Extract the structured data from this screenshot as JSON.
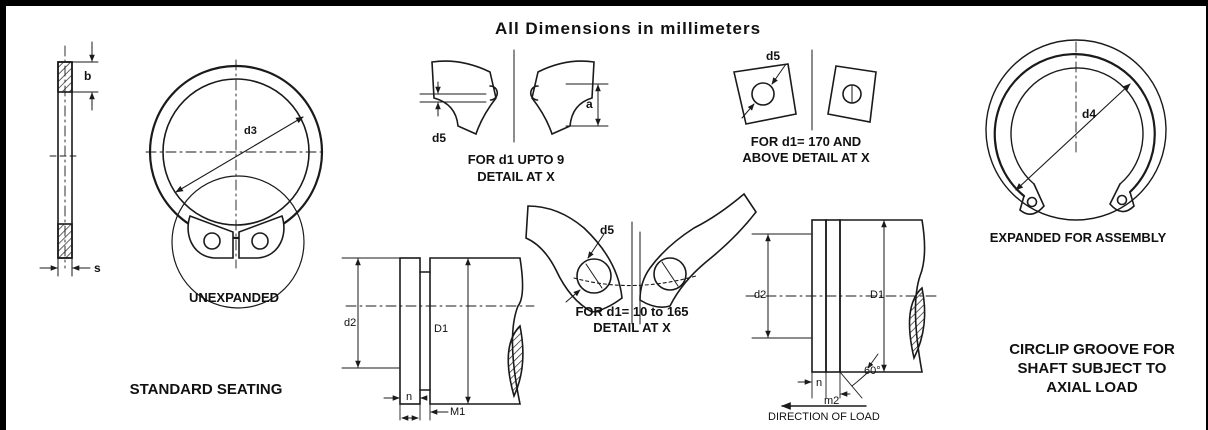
{
  "header": {
    "title": "All  Dimensions in millimeters"
  },
  "captions": {
    "unexpanded": "UNEXPANDED",
    "standard_seating": "STANDARD SEATING",
    "detail_upto9_line1": "FOR d1 UPTO 9",
    "detail_upto9_line2": "DETAIL AT X",
    "detail_170_line1": "FOR d1= 170 AND",
    "detail_170_line2": "ABOVE DETAIL AT X",
    "detail_10_165_line1": "FOR d1= 10 to 165",
    "detail_10_165_line2": "DETAIL AT X",
    "expanded": "EXPANDED FOR ASSEMBLY",
    "axial_line1": "CIRCLIP GROOVE FOR",
    "axial_line2": "SHAFT SUBJECT TO",
    "axial_line3": "AXIAL LOAD",
    "direction_of_load": "DIRECTION OF LOAD"
  },
  "dimensions": {
    "b": "b",
    "s": "s",
    "d3": "d3",
    "d5": "d5",
    "a": "a",
    "d4": "d4",
    "d2": "d2",
    "D1": "D1",
    "n": "n",
    "M1": "M1",
    "m2": "m2",
    "angle": "60°"
  },
  "colors": {
    "line": "#1a1a1a",
    "hatch": "#222222",
    "frame": "#000000"
  }
}
